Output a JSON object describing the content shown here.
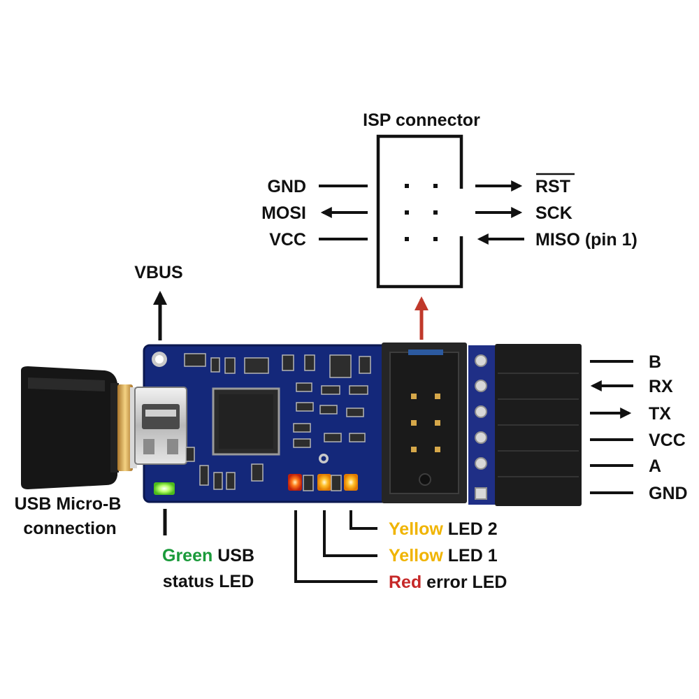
{
  "isp": {
    "title": "ISP connector",
    "left_pins": [
      "GND",
      "MOSI",
      "VCC"
    ],
    "right_pins": [
      "RST",
      "SCK",
      "MISO (pin 1)"
    ]
  },
  "vbus": "VBUS",
  "usb": {
    "line1": "USB Micro-B",
    "line2": "connection"
  },
  "usb_led": {
    "color_word": "Green",
    "rest1": " USB",
    "line2": "status LED"
  },
  "serial_pins": [
    "B",
    "RX",
    "TX",
    "VCC",
    "A",
    "GND"
  ],
  "leds": [
    {
      "color_word": "Yellow",
      "rest": " LED 2"
    },
    {
      "color_word": "Yellow",
      "rest": " LED 1"
    },
    {
      "color_word": "Red",
      "rest": " error LED"
    }
  ],
  "colors": {
    "green": "#1a9a3a",
    "yellow": "#f0b400",
    "red": "#c62828",
    "arrow_red": "#c0392b",
    "pcb": "#14287a"
  }
}
